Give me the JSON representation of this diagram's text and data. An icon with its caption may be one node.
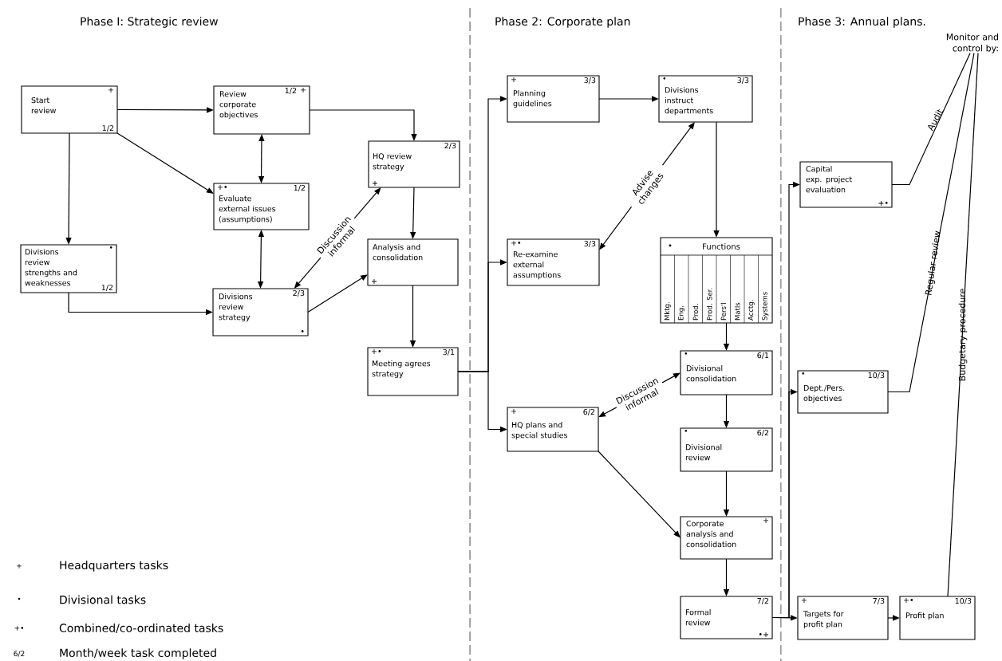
{
  "diagram": {
    "nodes": [
      {
        "text": [
          "+",
          "Start review",
          "1/2"
        ]
      },
      {
        "text": [
          "Review corporate objectives",
          "1/2",
          "+"
        ]
      },
      {
        "text": [
          "+•",
          "1/2",
          "Evaluate external issues (assumptions)"
        ]
      },
      {
        "text": [
          "Divisions review strengths and weaknesses",
          "•",
          "1/2"
        ]
      },
      {
        "text": [
          "Divisions review strategy",
          "2/3",
          "•"
        ]
      },
      {
        "text": [
          "2/3",
          "HQ review strategy",
          "+"
        ]
      },
      {
        "text": [
          "Analysis and consolidation",
          "+"
        ]
      },
      {
        "text": [
          "+•",
          "3/1",
          "Meeting agrees strategy"
        ]
      },
      {
        "text": [
          "+",
          "3/3",
          "Planning guidelines"
        ]
      },
      {
        "text": [
          "•",
          "3/3",
          "Divisions instruct departments"
        ]
      },
      {
        "text": [
          "+•",
          "3/3",
          "Re-examine external assumptions"
        ]
      },
      {
        "text": [
          "•",
          "Functions",
          "Mktg.",
          "Eng.",
          "Prod.",
          "Prod. Ser.",
          "Pers'l",
          "Matls",
          "Acctg.",
          "Systems"
        ]
      },
      {
        "text": [
          "+",
          "6/2",
          "HQ plans and special studies"
        ]
      },
      {
        "text": [
          "•",
          "6/1",
          "Divisional consolidation"
        ]
      },
      {
        "text": [
          "•",
          "6/2",
          "Divisional review"
        ]
      },
      {
        "text": [
          "Corporate analysis and consolidation",
          "+"
        ]
      },
      {
        "text": [
          "7/2",
          "Formal review",
          "•+"
        ]
      },
      {
        "text": [
          "Capital exp. project evaluation",
          "+•"
        ]
      },
      {
        "text": [
          "•",
          "10/3",
          "Dept./Pers. objectives"
        ]
      },
      {
        "text": [
          "+",
          "7/3",
          "Targets for profit plan"
        ]
      },
      {
        "text": [
          "+•",
          "10/3",
          "Profit plan"
        ]
      },
      {
        "text": [
          "Monitor and control by:"
        ]
      }
    ],
    "edges": [
      {
        "from": 0,
        "to": 1,
        "arrow": "to"
      },
      {
        "from": 0,
        "to": 2,
        "arrow": "to"
      },
      {
        "from": 0,
        "to": 3,
        "arrow": "to"
      },
      {
        "from": 1,
        "to": 2,
        "arrow": "both"
      },
      {
        "from": 2,
        "to": 4,
        "arrow": "both"
      },
      {
        "from": 3,
        "to": 4,
        "arrow": "to"
      },
      {
        "from": 1,
        "to": 5,
        "arrow": "to"
      },
      {
        "from": 4,
        "to": 5,
        "arrow": "both",
        "label": "Discussion informal"
      },
      {
        "from": 4,
        "to": 6,
        "arrow": "to"
      },
      {
        "from": 5,
        "to": 6,
        "arrow": "to"
      },
      {
        "from": 6,
        "to": 7,
        "arrow": "to"
      },
      {
        "from": 7,
        "to": 8,
        "arrow": "to"
      },
      {
        "from": 7,
        "to": 10,
        "arrow": "to"
      },
      {
        "from": 7,
        "to": 12,
        "arrow": "to"
      },
      {
        "from": 8,
        "to": 9,
        "arrow": "to"
      },
      {
        "from": 9,
        "to": 10,
        "arrow": "both",
        "label": "Advise changes"
      },
      {
        "from": 9,
        "to": 11,
        "arrow": "to"
      },
      {
        "from": 11,
        "to": 13,
        "arrow": "to"
      },
      {
        "from": 12,
        "to": 13,
        "arrow": "both",
        "label": "Discussion informal"
      },
      {
        "from": 13,
        "to": 14,
        "arrow": "to"
      },
      {
        "from": 14,
        "to": 15,
        "arrow": "to"
      },
      {
        "from": 12,
        "to": 15,
        "arrow": "to"
      },
      {
        "from": 15,
        "to": 16,
        "arrow": "to"
      },
      {
        "from": 16,
        "to": 19,
        "arrow": "to"
      },
      {
        "from": 16,
        "to": 17,
        "arrow": "to"
      },
      {
        "from": 16,
        "to": 18,
        "arrow": "to"
      },
      {
        "from": 19,
        "to": 20,
        "arrow": "to"
      },
      {
        "from": 21,
        "to": 17,
        "arrow": "none",
        "label": "Audit"
      },
      {
        "from": 21,
        "to": 18,
        "arrow": "none",
        "label": "Regular review"
      },
      {
        "from": 21,
        "to": 20,
        "arrow": "none",
        "label": "Budgetary procedure"
      }
    ],
    "labels": [
      "Phase I: Strategic review",
      "Phase 2: Corporate plan",
      "Phase 3: Annual plans.",
      "+",
      "•",
      "+•",
      "6/2"
    ],
    "legend": [
      {
        "text": "Headquarters tasks"
      },
      {
        "text": "Divisional tasks"
      },
      {
        "text": "Combined/co-ordinated tasks"
      },
      {
        "text": "Month/week task completed"
      }
    ]
  }
}
